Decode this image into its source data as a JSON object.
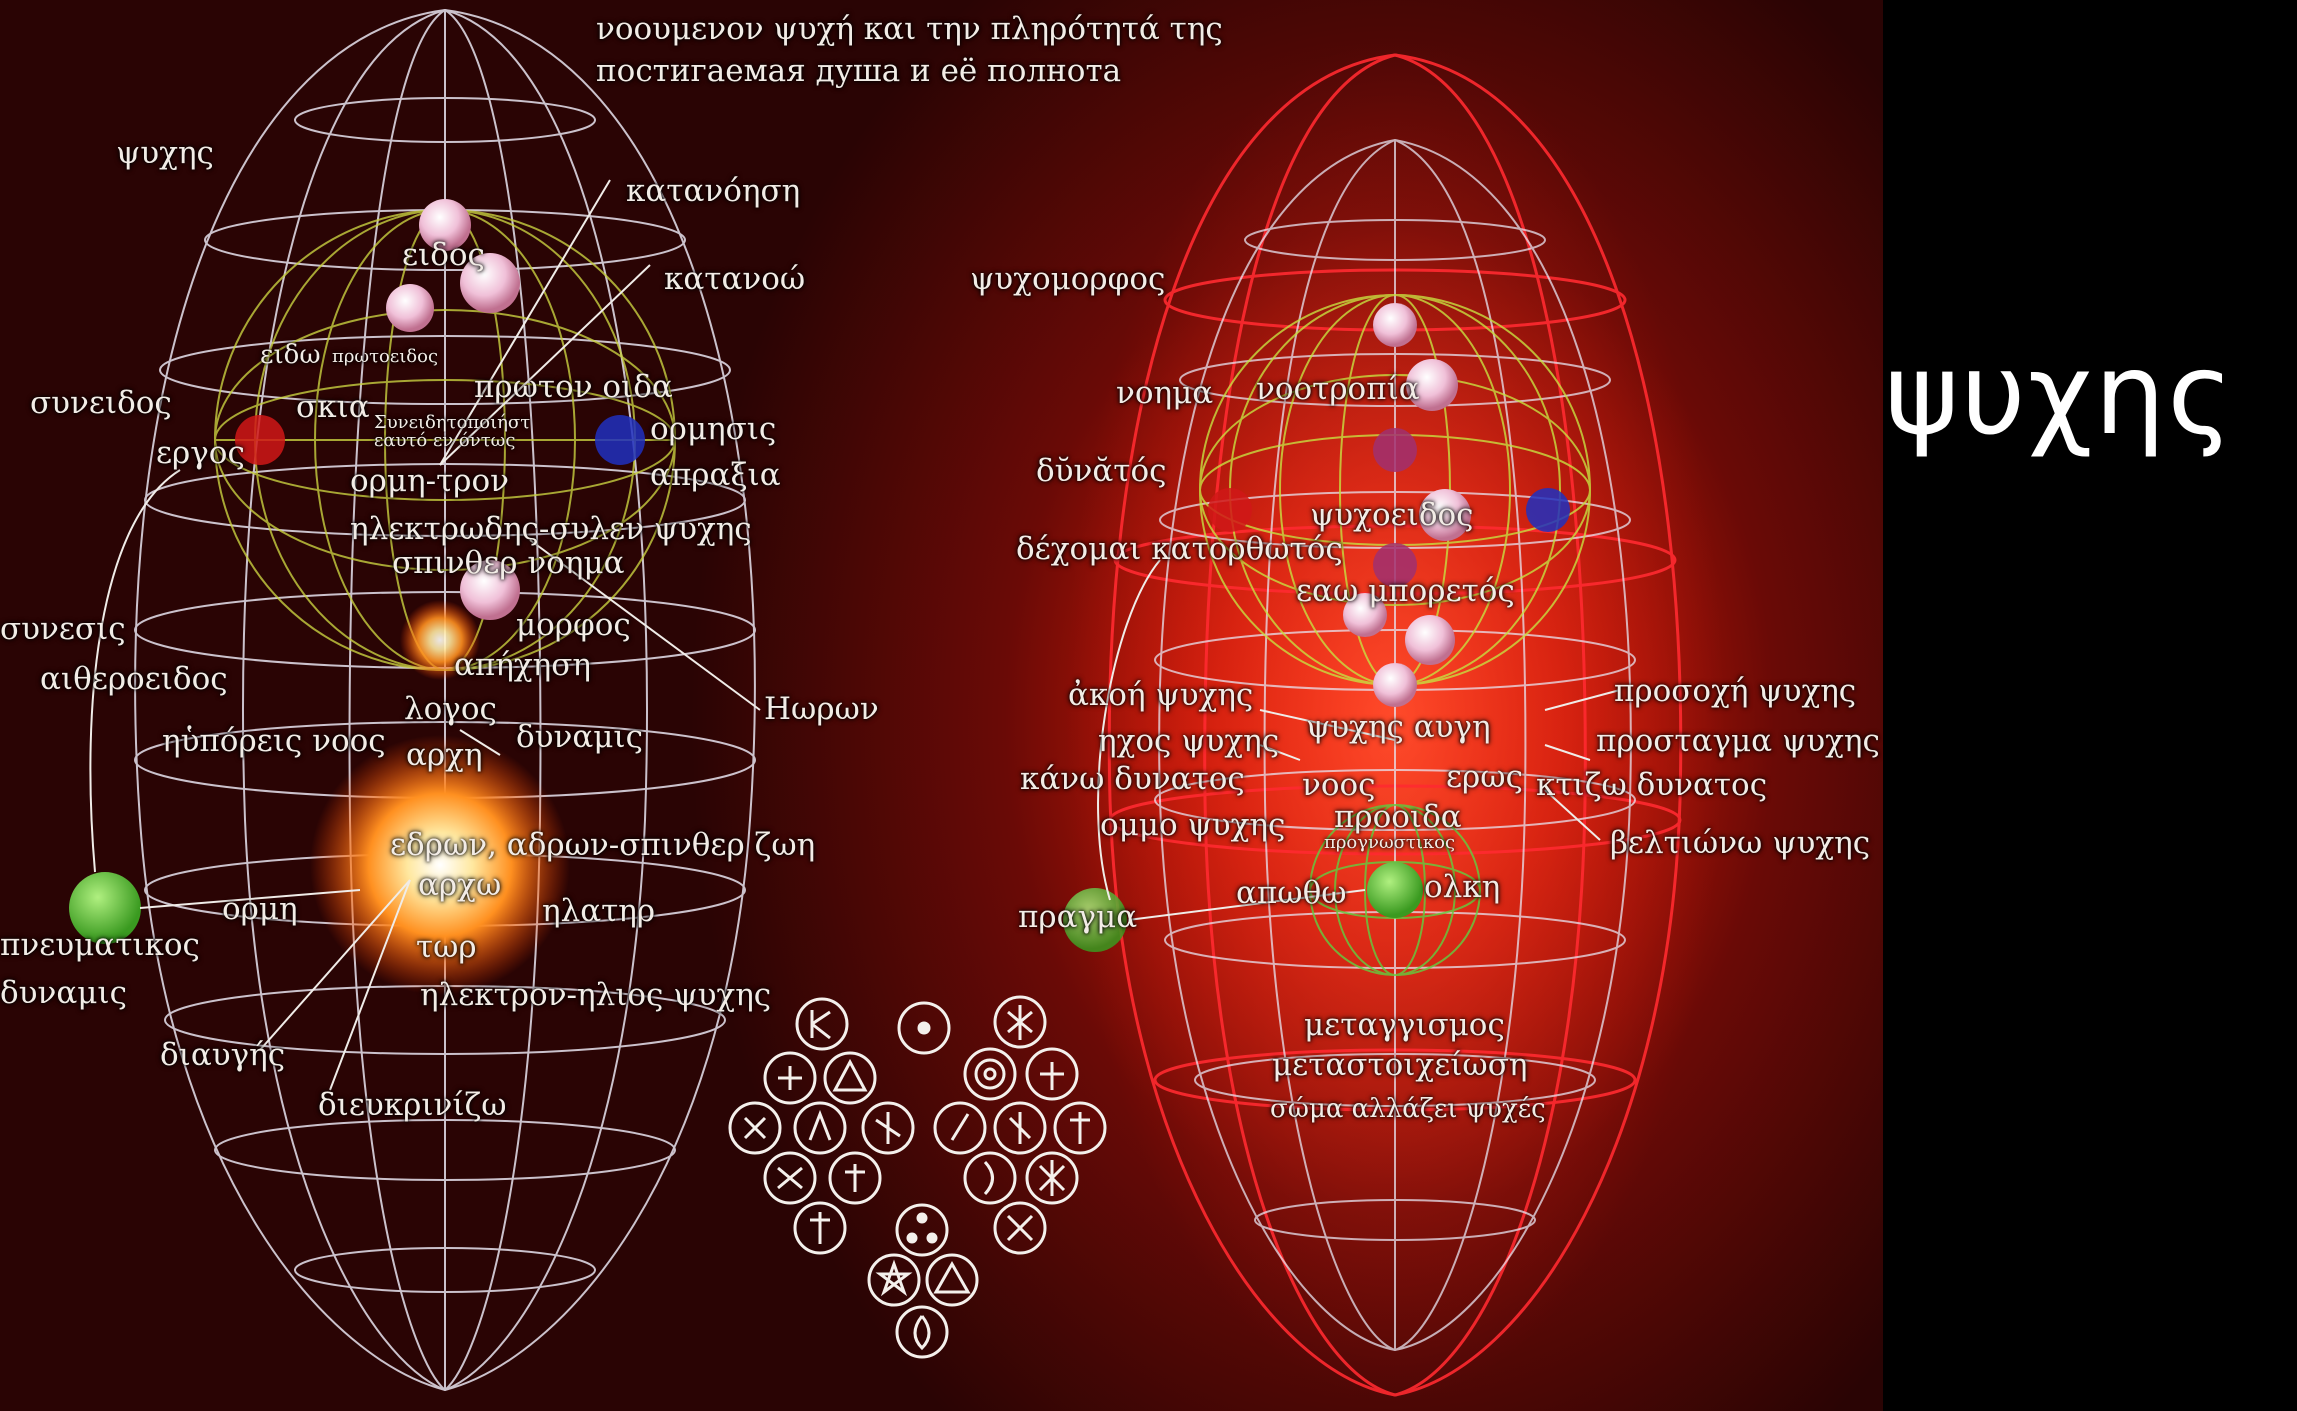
{
  "side_title": "ψυχης",
  "header": {
    "line1": "νοουμενον ψυχή και την πληρότητά της",
    "line2": "постигаемая душа и её полнота"
  },
  "left_labels": {
    "psyches": "ψυχης",
    "katanoisi": "κατανόηση",
    "eidos": "ειδος",
    "katanoo": "κατανοώ",
    "eido": "ειδω",
    "protoeidos": "πρωτοειδος",
    "syneidos": "συνειδος",
    "skia": "σκια",
    "proton_oida": "πρωτον οιδα",
    "syneidito_1": "Συνειδητοποιήστ",
    "syneidito_2": "εαυτό εν όντως",
    "ergos": "εργος",
    "ormisis": "ορμησις",
    "orme_tron": "ορμη-τρον",
    "apraxia": "απραξια",
    "ilektrodis": "ηλεκτρωδης-συλεν ψυχης",
    "spinther_noima": "σπινθερ νοημα",
    "synesis": "συνεσις",
    "morfos": "μορφος",
    "apichisi": "απήχηση",
    "aitheroeidos": "αιθεροειδος",
    "logos": "λογος",
    "horon": "Ηωρων",
    "ipories_noos": "ηὑπόρεις νοος",
    "archi": "αρχη",
    "dynamis": "δυναμις",
    "edron": "εδρων, αδρων-σπινθερ ζωη",
    "archo": "αρχω",
    "ormi": "ορμη",
    "ilatir": "ηλατηρ",
    "pneumatikos": "πνευματικος",
    "tor": "τωρ",
    "dynamis_2": "δυναμις",
    "ilektron_ilios": "ηλεκτρον-ηλιος ψυχης",
    "diaygis": "διαυγής",
    "dieukrinizo": "διευκρινίζω"
  },
  "right_labels": {
    "psychomorfos": "ψυχομορφος",
    "noima": "νοημα",
    "nootropia": "νοοτροπία",
    "dynatos": "δῠνᾰτός",
    "psychoeidos": "ψυχοειδος",
    "dechomai": "δέχομαι κατορθωτός",
    "eao_boretos": "εαω μπορετός",
    "akoi_psyches": "ἀκοή ψυχης",
    "prosochi": "προσοχή ψυχης",
    "psyches_avgi": "ψυχης αυγη",
    "ichos_psyches": "ηχος ψυχης",
    "prostagma": "προσταγμα ψυχης",
    "erus": "ερως",
    "kano_dynatos": "κάνω δυνατος",
    "noos": "νοος",
    "ktizo_dynatos": "κτιζω δυνατος",
    "proodia": "προοιδα",
    "prognostikos": "προγνωστικος",
    "ommo_psyches": "ομμο ψυχης",
    "veltiono": "βελτιώνω ψυχης",
    "apotho": "απωθω",
    "olki": "ολκη",
    "pragma": "πραγμα",
    "metaggismos": "μεταγγισμος",
    "metastoicheiosi": "μεταστοιχείωση",
    "soma_allazei": "σώμα αλλάζει ψυχές"
  },
  "colors": {
    "wireframe": "#e8e4f0",
    "inner_sphere": "#c8d040",
    "outer_glow": "#ff2a30",
    "green_node": "#6cc040",
    "red_node": "#d01818",
    "blue_node": "#2030c0",
    "pink_node": "#f0c8dc",
    "side_bg": "#000000"
  },
  "icons": [
    "rune-circle-icon",
    "dot-circle-icon",
    "sigil-circle-icon",
    "triangle-circle-icon",
    "target-circle-icon",
    "cross-circle-icon",
    "three-dots-circle-icon",
    "star-circle-icon",
    "flame-circle-icon"
  ]
}
